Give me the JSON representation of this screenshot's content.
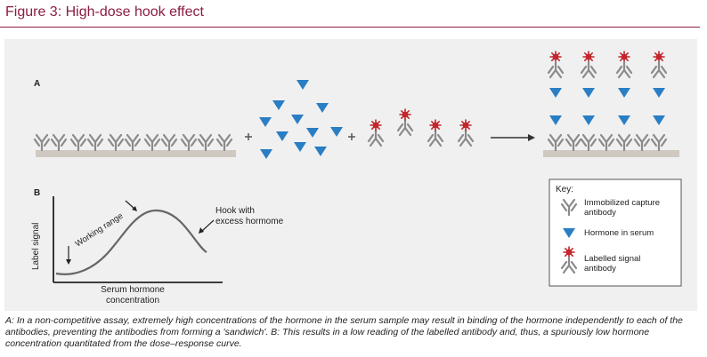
{
  "title": "Figure 3: High-dose hook effect",
  "panel_a": {
    "label": "A"
  },
  "panel_b": {
    "label": "B",
    "y_axis_label": "Label signal",
    "x_axis_label_line1": "Serum hormone",
    "x_axis_label_line2": "concentration",
    "working_range_label": "Working range",
    "hook_label_line1": "Hook with",
    "hook_label_line2": "excess hormome"
  },
  "key": {
    "title": "Key:",
    "items": [
      {
        "icon": "capture-antibody-icon",
        "line1": "Immobilized capture",
        "line2": "antibody"
      },
      {
        "icon": "hormone-triangle-icon",
        "line1": "Hormone in serum",
        "line2": ""
      },
      {
        "icon": "labelled-antibody-icon",
        "line1": "Labelled signal",
        "line2": "antibody"
      }
    ]
  },
  "caption": "A: In a non-competitive assay, extremely high concentrations of the hormone in the serum sample may result in binding of the hormone independently to each of the antibodies, preventing the antibodies from forming a 'sandwich'. B: This results in a low reading of the labelled antibody and, thus, a spuriously low hormone concentration quantitated from the dose–response curve.",
  "colors": {
    "title": "#8c1d40",
    "panel_bg": "#f0f0f0",
    "antibody": "#8a8a8a",
    "hormone": "#2a7ec3",
    "label_star": "#c1272d",
    "surface": "#cfc9c2"
  }
}
